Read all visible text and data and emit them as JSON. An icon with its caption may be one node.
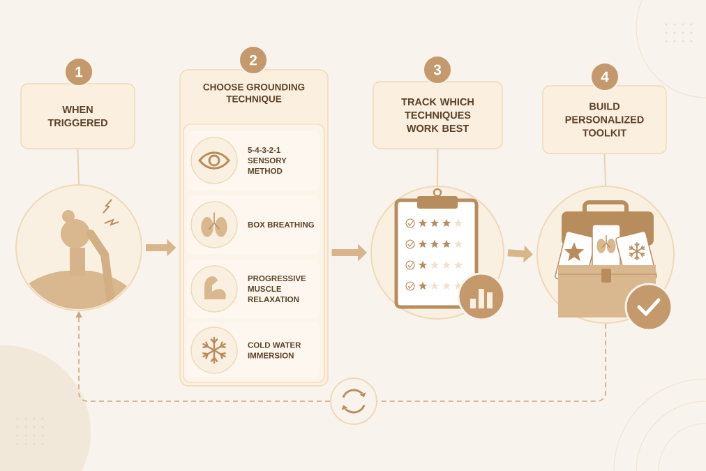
{
  "diagram": {
    "nodes": [
      {
        "text": [
          "1"
        ]
      },
      {
        "text": [
          "WHEN TRIGGERED"
        ]
      },
      {
        "text": [],
        "shape": "picture"
      },
      {
        "text": [
          "2"
        ]
      },
      {
        "text": [
          "CHOOSE GROUNDING TECHNIQUE"
        ]
      },
      {
        "text": [
          "5-4-3-2-1 SENSORY METHOD"
        ],
        "in": 4
      },
      {
        "text": [
          "BOX BREATHING"
        ],
        "in": 4
      },
      {
        "text": [
          "PROGRESSIVE MUSCLE RELAXATION"
        ],
        "in": 4
      },
      {
        "text": [
          "COLD WATER IMMERSION"
        ],
        "in": 4
      },
      {
        "text": [
          "3"
        ]
      },
      {
        "text": [
          "TRACK WHICH TECHNIQUES WORK BEST"
        ]
      },
      {
        "text": [],
        "shape": "picture"
      },
      {
        "text": [
          "4"
        ]
      },
      {
        "text": [
          "BUILD PERSONALIZED TOOLKIT"
        ]
      },
      {
        "text": [],
        "shape": "picture"
      },
      {
        "text": [],
        "shape": "circle"
      }
    ],
    "edges": [
      {
        "from": 1,
        "to": 2,
        "arrow": "none"
      },
      {
        "from": 2,
        "to": 4,
        "arrow": "to",
        "style": "thick",
        "color": "#d8b68c"
      },
      {
        "from": 10,
        "to": 11,
        "arrow": "none"
      },
      {
        "from": 4,
        "to": 11,
        "arrow": "to",
        "style": "thick",
        "color": "#d8b68c"
      },
      {
        "from": 13,
        "to": 14,
        "arrow": "none"
      },
      {
        "from": 11,
        "to": 14,
        "arrow": "to",
        "style": "thick",
        "color": "#d8b68c"
      },
      {
        "from": 14,
        "to": 15,
        "arrow": "none",
        "style": "dashed",
        "color": "#c8a57c"
      },
      {
        "from": 15,
        "to": 2,
        "arrow": "to",
        "style": "dashed",
        "color": "#c8a57c"
      }
    ]
  }
}
